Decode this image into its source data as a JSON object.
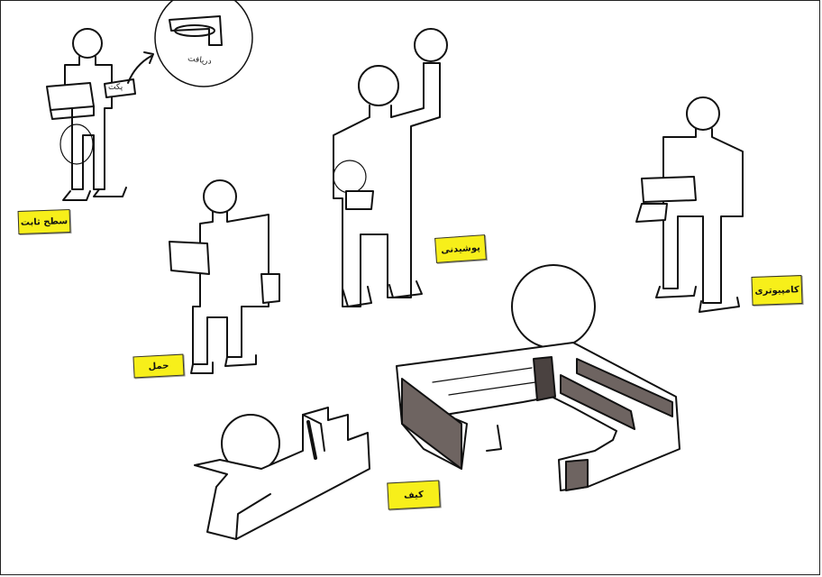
{
  "labels": {
    "standing_display": "سطح ثابت",
    "carrying": "حمل",
    "wearing": "پوشیدنی",
    "computer": "کامپیوتری",
    "bag": "کیف",
    "detail_caption": "دریافت",
    "hand_tray": "پکت"
  },
  "colors": {
    "tag_fill": "#f7ef1a",
    "ink": "#111111",
    "shadow_fill": "#6e6461"
  }
}
